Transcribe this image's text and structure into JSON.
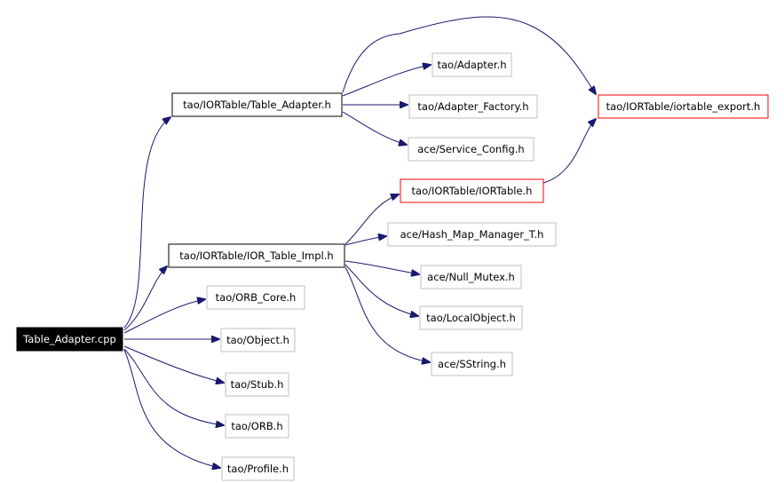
{
  "colors": {
    "edge": "#191970",
    "root_fill": "#000000",
    "root_text": "#ffffff",
    "documented_border": "#000000",
    "undocumented_border": "#bfbfbf",
    "highlight_border": "#ff0000"
  },
  "nodes": [
    {
      "id": "root",
      "label": "Table_Adapter.cpp",
      "style": "root"
    },
    {
      "id": "table_adapter_h",
      "label": "tao/IORTable/Table_Adapter.h",
      "style": "documented"
    },
    {
      "id": "ior_table_impl_h",
      "label": "tao/IORTable/IOR_Table_Impl.h",
      "style": "documented"
    },
    {
      "id": "orb_core_h",
      "label": "tao/ORB_Core.h",
      "style": "undocumented"
    },
    {
      "id": "object_h",
      "label": "tao/Object.h",
      "style": "undocumented"
    },
    {
      "id": "stub_h",
      "label": "tao/Stub.h",
      "style": "undocumented"
    },
    {
      "id": "orb_h",
      "label": "tao/ORB.h",
      "style": "undocumented"
    },
    {
      "id": "profile_h",
      "label": "tao/Profile.h",
      "style": "undocumented"
    },
    {
      "id": "adapter_h",
      "label": "tao/Adapter.h",
      "style": "undocumented"
    },
    {
      "id": "adapter_factory_h",
      "label": "tao/Adapter_Factory.h",
      "style": "undocumented"
    },
    {
      "id": "service_config_h",
      "label": "ace/Service_Config.h",
      "style": "undocumented"
    },
    {
      "id": "iortable_export_h",
      "label": "tao/IORTable/iortable_export.h",
      "style": "highlight"
    },
    {
      "id": "iortable_h",
      "label": "tao/IORTable/IORTable.h",
      "style": "highlight"
    },
    {
      "id": "hash_map_h",
      "label": "ace/Hash_Map_Manager_T.h",
      "style": "undocumented"
    },
    {
      "id": "null_mutex_h",
      "label": "ace/Null_Mutex.h",
      "style": "undocumented"
    },
    {
      "id": "localobject_h",
      "label": "tao/LocalObject.h",
      "style": "undocumented"
    },
    {
      "id": "sstring_h",
      "label": "ace/SString.h",
      "style": "undocumented"
    }
  ],
  "edges": [
    {
      "from": "root",
      "to": "table_adapter_h"
    },
    {
      "from": "root",
      "to": "ior_table_impl_h"
    },
    {
      "from": "root",
      "to": "orb_core_h"
    },
    {
      "from": "root",
      "to": "object_h"
    },
    {
      "from": "root",
      "to": "stub_h"
    },
    {
      "from": "root",
      "to": "orb_h"
    },
    {
      "from": "root",
      "to": "profile_h"
    },
    {
      "from": "table_adapter_h",
      "to": "iortable_export_h"
    },
    {
      "from": "table_adapter_h",
      "to": "adapter_h"
    },
    {
      "from": "table_adapter_h",
      "to": "adapter_factory_h"
    },
    {
      "from": "table_adapter_h",
      "to": "service_config_h"
    },
    {
      "from": "iortable_h",
      "to": "iortable_export_h"
    },
    {
      "from": "ior_table_impl_h",
      "to": "iortable_h"
    },
    {
      "from": "ior_table_impl_h",
      "to": "hash_map_h"
    },
    {
      "from": "ior_table_impl_h",
      "to": "null_mutex_h"
    },
    {
      "from": "ior_table_impl_h",
      "to": "localobject_h"
    },
    {
      "from": "ior_table_impl_h",
      "to": "sstring_h"
    }
  ]
}
